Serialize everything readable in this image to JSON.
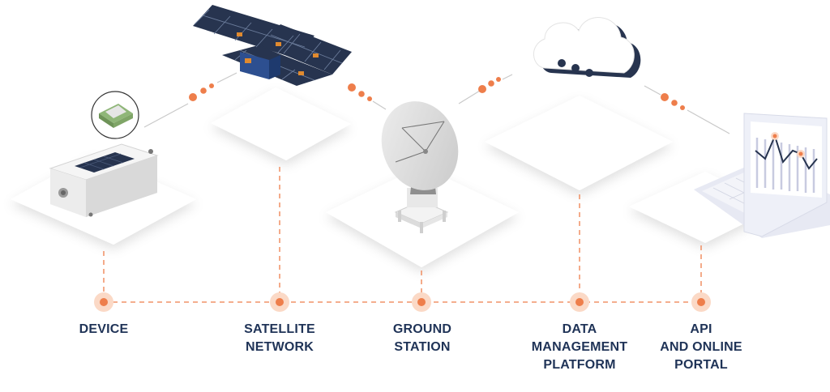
{
  "stages": [
    {
      "id": "device",
      "lines": [
        "DEVICE"
      ]
    },
    {
      "id": "satellite-network",
      "lines": [
        "SATELLITE",
        "NETWORK"
      ]
    },
    {
      "id": "ground-station",
      "lines": [
        "GROUND",
        "STATION"
      ]
    },
    {
      "id": "data-management-platform",
      "lines": [
        "DATA",
        "MANAGEMENT",
        "PLATFORM"
      ]
    },
    {
      "id": "api-online-portal",
      "lines": [
        "API",
        "AND ONLINE",
        "PORTAL"
      ]
    }
  ],
  "icons": {
    "device": "iot-device-icon",
    "chip": "modem-chip-icon",
    "satellite": "satellite-icon",
    "ground_station": "satellite-dish-icon",
    "cloud": "cloud-icon",
    "laptop": "laptop-chart-icon"
  },
  "colors": {
    "accent": "#ee7e4b",
    "accent_halo": "#fbd9c6",
    "label": "#1f3357",
    "panel_dark": "#27344f",
    "platform": "#ffffff",
    "connector": "#c9c9c9"
  }
}
